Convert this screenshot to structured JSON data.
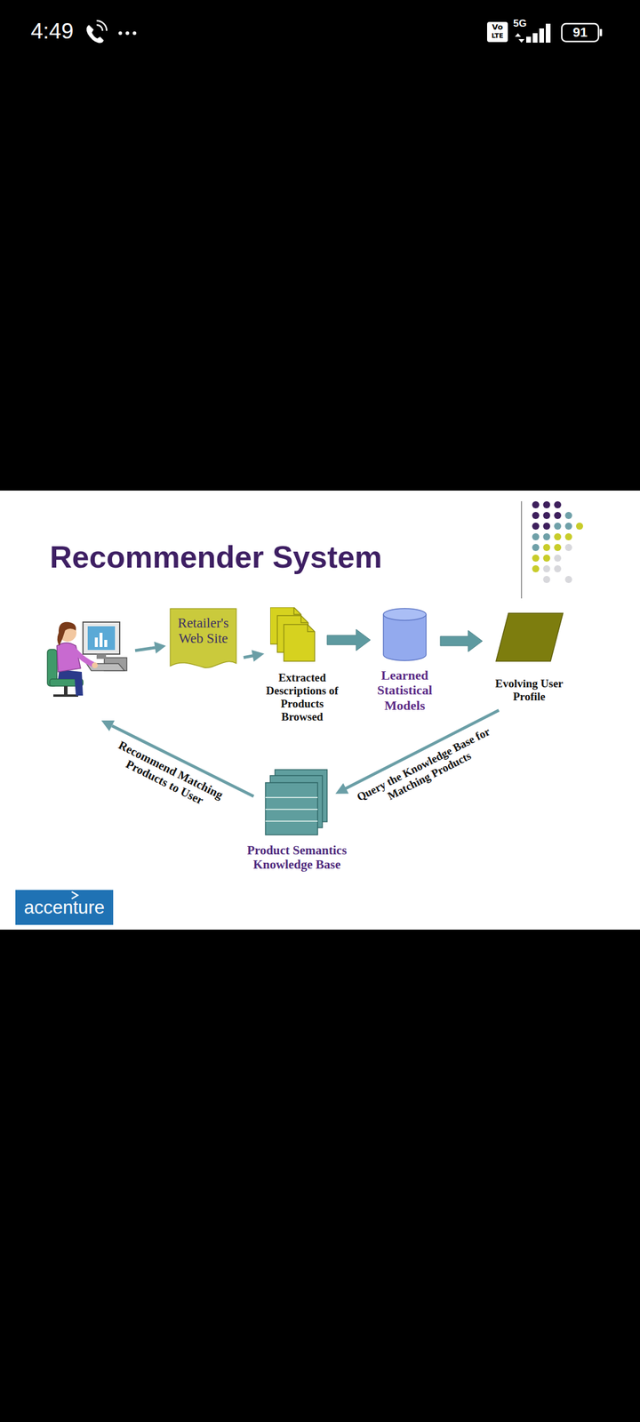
{
  "diagram": {
    "title": "Recommender System",
    "nodes": [
      {
        "text": [
          "Retailer's Web Site"
        ]
      },
      {
        "text": [
          "Extracted Descriptions of Products Browsed"
        ]
      },
      {
        "text": [
          "Learned Statistical Models"
        ]
      },
      {
        "text": [
          "Evolving User Profile"
        ]
      },
      {
        "text": [
          "Product Semantics Knowledge Base"
        ]
      }
    ],
    "edges": [
      {
        "from": 0,
        "to": 1,
        "arrow": "to"
      },
      {
        "from": 1,
        "to": 2,
        "arrow": "to"
      },
      {
        "from": 2,
        "to": 3,
        "arrow": "to"
      },
      {
        "from": 3,
        "to": 4,
        "arrow": "to",
        "label": "Query the Knowledge Base for Matching Products"
      }
    ],
    "labels": [
      "4:49",
      "Vo",
      "LTE",
      "5G",
      "91",
      "Recommend Matching Products to User",
      "accenture"
    ]
  }
}
